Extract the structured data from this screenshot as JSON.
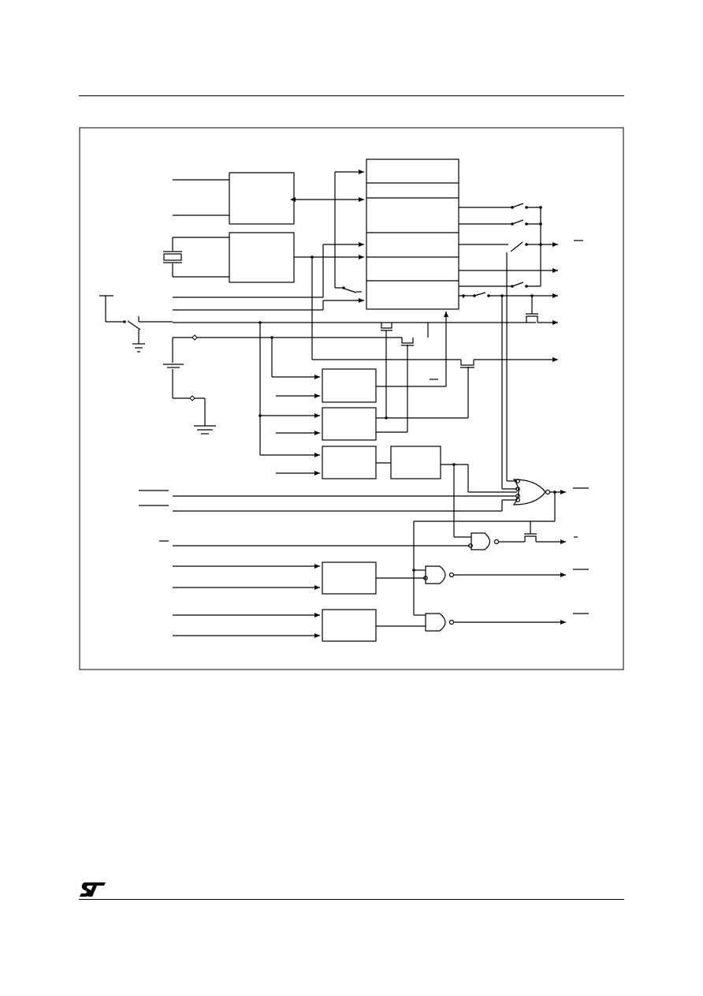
{
  "page": {
    "header_rule": true,
    "footer_rule": true,
    "logo": {
      "icon": "st-logo-icon",
      "text": "ST"
    }
  },
  "figure": {
    "type": "block-diagram",
    "blocks": [
      {
        "id": "io-block"
      },
      {
        "id": "oscillator-block"
      },
      {
        "id": "register-stack"
      },
      {
        "id": "comparator-1"
      },
      {
        "id": "comparator-2"
      },
      {
        "id": "comparator-3"
      },
      {
        "id": "timer-block"
      },
      {
        "id": "watchdog-block"
      },
      {
        "id": "alarm-block"
      }
    ],
    "gates": [
      "or-gate",
      "and-gate-top",
      "and-gate-middle",
      "and-gate-bottom"
    ],
    "labels": []
  },
  "colors": {
    "ink": "#000000",
    "paper": "#ffffff"
  }
}
